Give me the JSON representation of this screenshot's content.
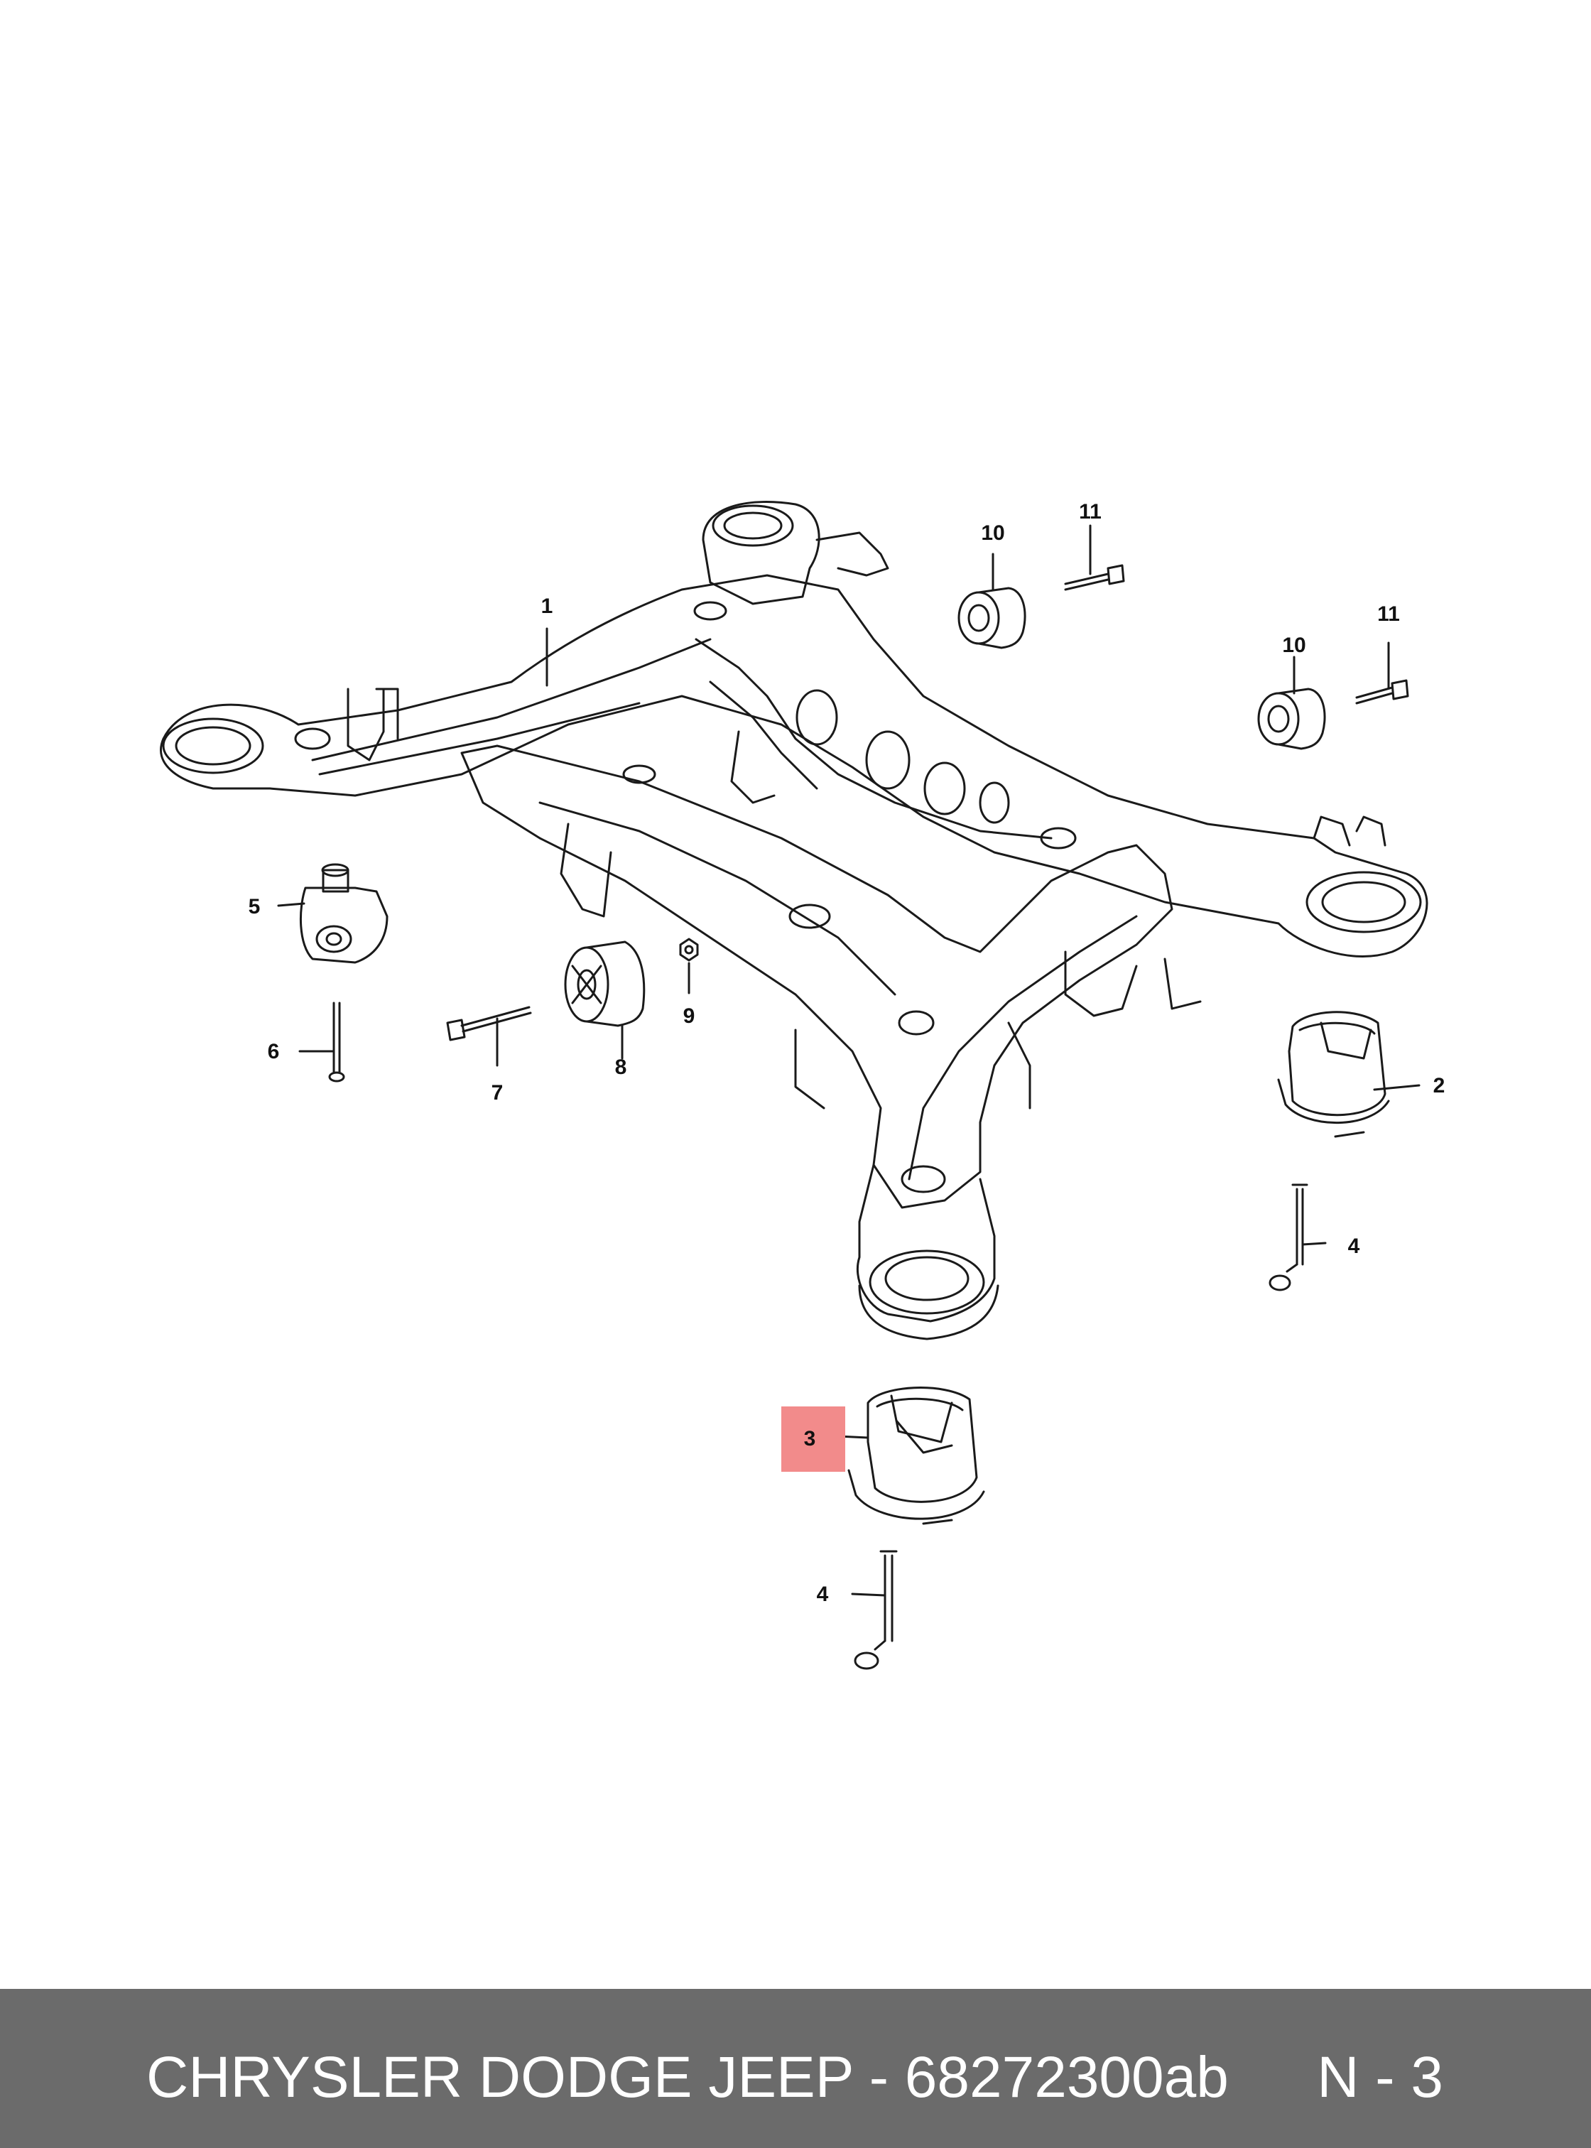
{
  "callouts": {
    "c1": "1",
    "c2": "2",
    "c3": "3",
    "c4a": "4",
    "c4b": "4",
    "c5": "5",
    "c6": "6",
    "c7": "7",
    "c8": "8",
    "c9": "9",
    "c10a": "10",
    "c10b": "10",
    "c11a": "11",
    "c11b": "11"
  },
  "highlight": {
    "callout": "3",
    "color": "#f28b8b"
  },
  "footer": {
    "brand_part": "CHRYSLER DODGE JEEP - 68272300ab",
    "ref": "N - 3",
    "background": "#6b6b6b"
  }
}
